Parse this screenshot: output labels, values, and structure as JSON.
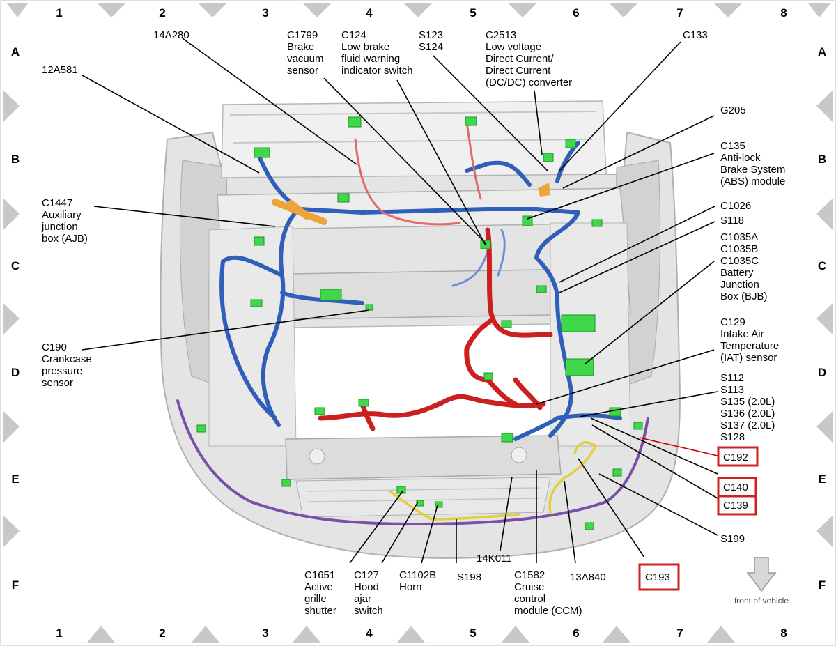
{
  "grid": {
    "columns": [
      "1",
      "2",
      "3",
      "4",
      "5",
      "6",
      "7",
      "8"
    ],
    "rows": [
      "A",
      "B",
      "C",
      "D",
      "E",
      "F"
    ]
  },
  "labels": [
    {
      "id": "12a581",
      "lines": [
        "12A581"
      ]
    },
    {
      "id": "14a280",
      "lines": [
        "14A280"
      ]
    },
    {
      "id": "c1799",
      "lines": [
        "C1799",
        "Brake",
        "vacuum",
        "sensor"
      ]
    },
    {
      "id": "c124",
      "lines": [
        "C124",
        "Low brake",
        "fluid warning",
        "indicator switch"
      ]
    },
    {
      "id": "s123",
      "lines": [
        "S123",
        "S124"
      ]
    },
    {
      "id": "c2513",
      "lines": [
        "C2513",
        "Low voltage",
        "Direct Current/",
        "Direct Current",
        "(DC/DC) converter"
      ]
    },
    {
      "id": "c133",
      "lines": [
        "C133"
      ]
    },
    {
      "id": "g205",
      "lines": [
        "G205"
      ]
    },
    {
      "id": "c135",
      "lines": [
        "C135",
        "Anti-lock",
        "Brake System",
        "(ABS) module"
      ]
    },
    {
      "id": "c1447",
      "lines": [
        "C1447",
        "Auxiliary",
        "junction",
        "box (AJB)"
      ]
    },
    {
      "id": "c1026",
      "lines": [
        "C1026"
      ]
    },
    {
      "id": "s118",
      "lines": [
        "S118"
      ]
    },
    {
      "id": "c1035",
      "lines": [
        "C1035A",
        "C1035B",
        "C1035C",
        "Battery",
        "Junction",
        "Box (BJB)"
      ]
    },
    {
      "id": "c129",
      "lines": [
        "C129",
        "Intake Air",
        "Temperature",
        "(IAT) sensor"
      ]
    },
    {
      "id": "c190",
      "lines": [
        "C190",
        "Crankcase",
        "pressure",
        "sensor"
      ]
    },
    {
      "id": "s112",
      "lines": [
        "S112",
        "S113",
        "S135  (2.0L)",
        "S136  (2.0L)",
        "S137  (2.0L)",
        "S128"
      ]
    },
    {
      "id": "c192",
      "lines": [
        "C192"
      ]
    },
    {
      "id": "c140",
      "lines": [
        "C140"
      ]
    },
    {
      "id": "c139",
      "lines": [
        "C139"
      ]
    },
    {
      "id": "s199",
      "lines": [
        "S199"
      ]
    },
    {
      "id": "c193",
      "lines": [
        "C193"
      ]
    },
    {
      "id": "c1651",
      "lines": [
        "C1651",
        "Active",
        "grille",
        "shutter"
      ]
    },
    {
      "id": "c127",
      "lines": [
        "C127",
        "Hood",
        "ajar",
        "switch"
      ]
    },
    {
      "id": "c1102b",
      "lines": [
        "C1102B",
        "Horn"
      ]
    },
    {
      "id": "s198",
      "lines": [
        "S198"
      ]
    },
    {
      "id": "14k011",
      "lines": [
        "14K011"
      ]
    },
    {
      "id": "c1582",
      "lines": [
        "C1582",
        "Cruise",
        "control",
        "module (CCM)"
      ]
    },
    {
      "id": "13a840",
      "lines": [
        "13A840"
      ]
    }
  ],
  "front_indicator": {
    "text": "front of vehicle"
  }
}
